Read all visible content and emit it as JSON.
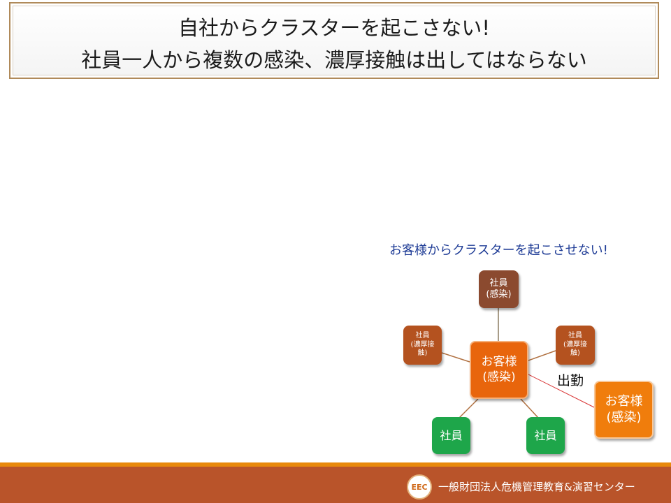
{
  "title": {
    "line1": "自社からクラスターを起こさない!",
    "line2": "社員一人から複数の感染、濃厚接触は出してはならない"
  },
  "diagram": {
    "subtitle": "お客様からクラスターを起こさせない!",
    "nodes": {
      "top": {
        "l1": "社員",
        "l2": "(感染)"
      },
      "left": {
        "l1": "社員",
        "l2": "(濃厚接",
        "l3": "触)"
      },
      "right": {
        "l1": "社員",
        "l2": "(濃厚接",
        "l3": "触)"
      },
      "center": {
        "l1": "お客様",
        "l2": "(感染)"
      },
      "bottom_left": {
        "l1": "社員"
      },
      "bottom_right": {
        "l1": "社員"
      },
      "far_right": {
        "l1": "お客様",
        "l2": "(感染)"
      }
    },
    "edge_label": "出勤"
  },
  "footer": {
    "logo_text": "EEC",
    "org_name": "一般財団法人危機管理教育&演習センター"
  },
  "colors": {
    "infected_employee": "#8b4a2f",
    "contact_employee": "#b4521f",
    "customer": "#e8650c",
    "healthy_employee": "#1ea64a",
    "footer": "#b9542a"
  }
}
